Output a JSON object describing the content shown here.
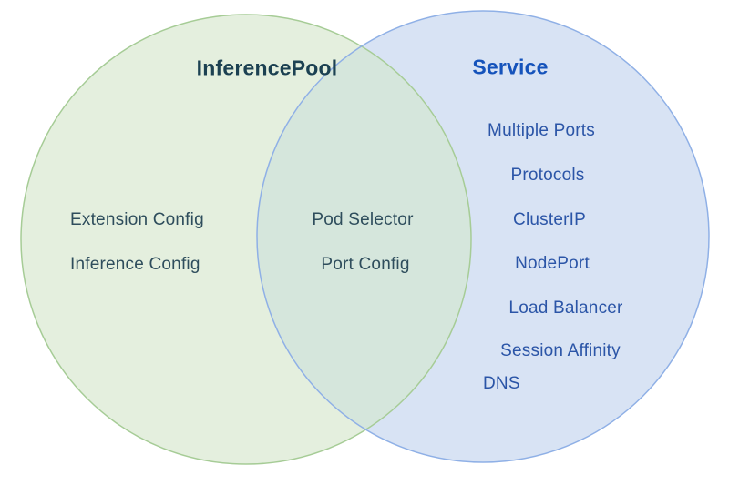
{
  "venn": {
    "left": {
      "title": "InferencePool",
      "items": [
        "Extension Config",
        "Inference Config"
      ]
    },
    "overlap": {
      "items": [
        "Pod Selector",
        "Port Config"
      ]
    },
    "right": {
      "title": "Service",
      "items": [
        "Multiple Ports",
        "Protocols",
        "ClusterIP",
        "NodePort",
        "Load Balancer",
        "Session Affinity",
        "DNS"
      ]
    },
    "colors": {
      "green-fill": "#e4efde",
      "green-stroke": "#a6cc96",
      "blue-fill": "#d8e3f4",
      "blue-stroke": "#8fb0e6",
      "overlap-fill": "#d5e6dc",
      "teal-title": "#1c4152",
      "teal-item": "#2e4d5c",
      "blue-title": "#1553bb",
      "blue-item": "#2b55a7"
    }
  }
}
